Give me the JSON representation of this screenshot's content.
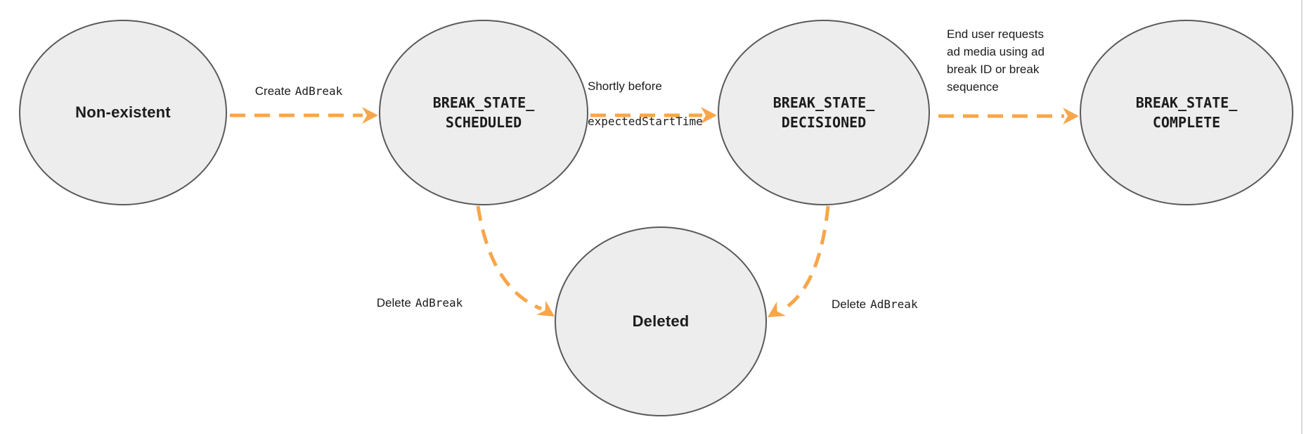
{
  "diagram": {
    "nodes": [
      {
        "id": "non_existent",
        "label": "Non-existent"
      },
      {
        "id": "break_state_scheduled",
        "label": "BREAK_STATE_\nSCHEDULED"
      },
      {
        "id": "break_state_decisioned",
        "label": "BREAK_STATE_\nDECISIONED"
      },
      {
        "id": "break_state_complete",
        "label": "BREAK_STATE_\nCOMPLETE"
      },
      {
        "id": "deleted",
        "label": "Deleted"
      }
    ],
    "edges": {
      "create": {
        "plain": "Create",
        "code": "AdBreak"
      },
      "shortly_before": {
        "plain": "Shortly before",
        "code": "expectedStartTime"
      },
      "end_user": {
        "text": "End user requests\nad media using ad\nbreak ID or break\nsequence"
      },
      "delete_from_scheduled": {
        "plain": "Delete",
        "code": "AdBreak"
      },
      "delete_from_decisioned": {
        "plain": "Delete",
        "code": "AdBreak"
      }
    },
    "colors": {
      "arrow": "#F7A64A",
      "node_fill": "#EDEDED",
      "node_stroke": "#5A5A5A",
      "text": "#1C1C1C",
      "page_border": "#D9D9D9"
    }
  }
}
